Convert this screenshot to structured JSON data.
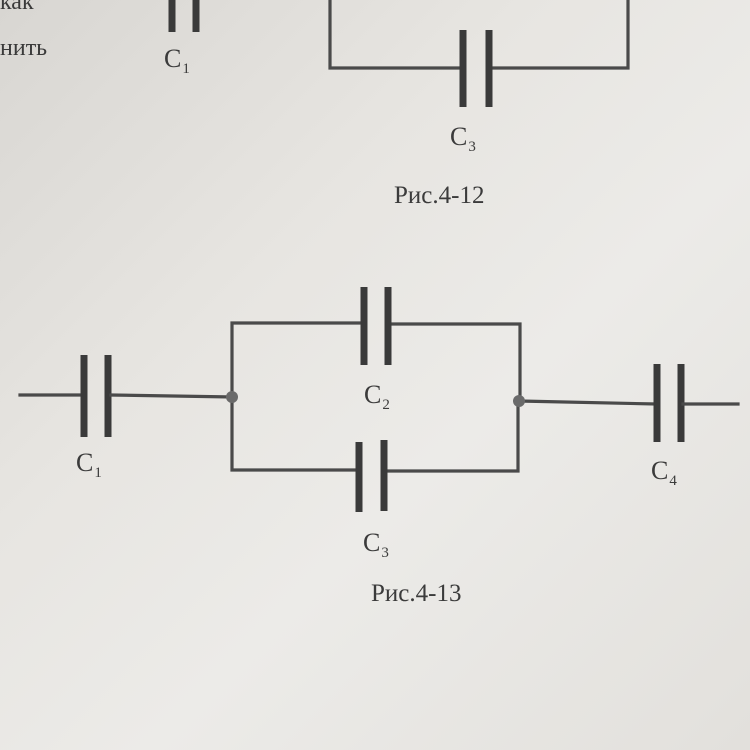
{
  "page": {
    "side_text_top": "как",
    "side_text_bottom": "нить"
  },
  "figure_top": {
    "c1_label": "C",
    "c1_sub": "1",
    "c3_label": "C",
    "c3_sub": "3",
    "caption": "Рис.4-12"
  },
  "figure_bottom": {
    "c1_label": "C",
    "c1_sub": "1",
    "c2_label": "C",
    "c2_sub": "2",
    "c3_label": "C",
    "c3_sub": "3",
    "c4_label": "C",
    "c4_sub": "4",
    "caption": "Рис.4-13"
  }
}
